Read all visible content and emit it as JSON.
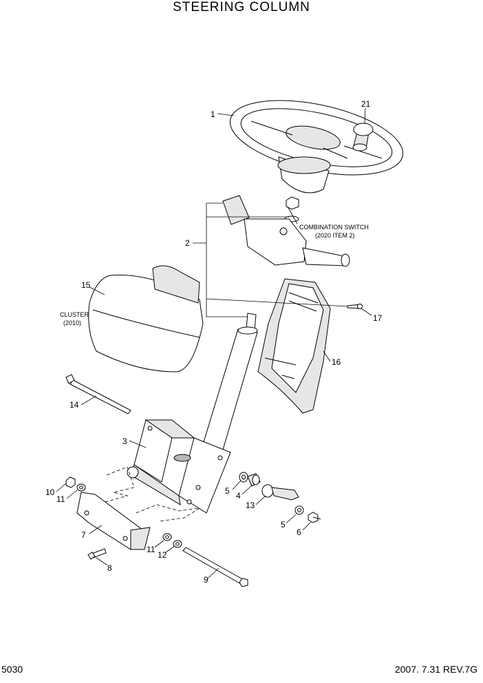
{
  "title": "STEERING COLUMN",
  "page_number": "5030",
  "revision": "2007. 7.31 REV.7G",
  "callouts": {
    "c1": "1",
    "c2": "2",
    "c3": "3",
    "c4": "4",
    "c5a": "5",
    "c5b": "5",
    "c6": "6",
    "c7": "7",
    "c8": "8",
    "c9": "9",
    "c10": "10",
    "c11a": "11",
    "c11b": "11",
    "c12": "12",
    "c13": "13",
    "c14": "14",
    "c15": "15",
    "c16": "16",
    "c17": "17",
    "c21": "21"
  },
  "notes": {
    "combination_switch_line1": "COMBINATION SWITCH",
    "combination_switch_line2": "(2020  ITEM 2)",
    "cluster_line1": "CLUSTER",
    "cluster_line2": "(2010)"
  }
}
